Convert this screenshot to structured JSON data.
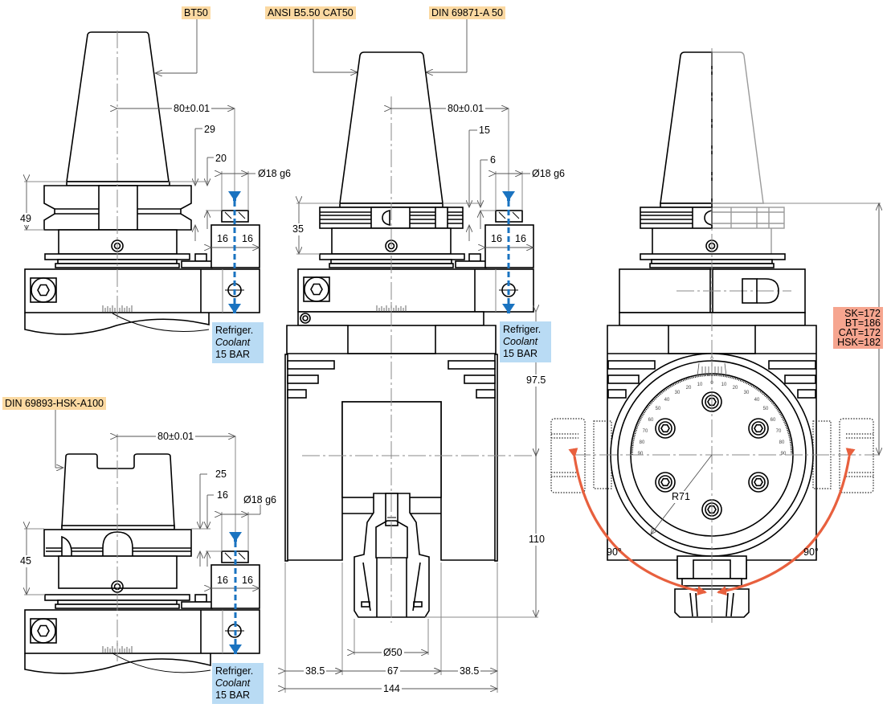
{
  "standards": {
    "bt50": "BT50",
    "ansi": "ANSI B5.50 CAT50",
    "din69871": "DIN 69871-A 50",
    "hsk": "DIN 69893-HSK-A100"
  },
  "views": {
    "bt50": {
      "offset": "80±0.01",
      "dim_upper": "29",
      "dim_lower": "20",
      "shank_dia": "Ø18 g6",
      "flange_height": "49",
      "half_width_left": "16",
      "half_width_right": "16"
    },
    "cat50": {
      "offset": "80±0.01",
      "dim_upper": "15",
      "dim_lower": "6",
      "shank_dia": "Ø18 g6",
      "flange_height": "35",
      "half_width_left": "16",
      "half_width_right": "16"
    },
    "hsk": {
      "offset": "80±0.01",
      "dim_upper": "25",
      "dim_lower": "16",
      "shank_dia": "Ø18 g6",
      "flange_height": "45",
      "half_width_left": "16",
      "half_width_right": "16"
    },
    "front": {
      "height_upper": "97.5",
      "height_lower": "110",
      "collet_dia": "Ø50",
      "width_left": "38.5",
      "width_center": "67",
      "width_right": "38.5",
      "width_total": "144"
    },
    "side": {
      "radius": "R71",
      "angle_left": "90°",
      "angle_right": "90°",
      "heights": [
        "SK=172",
        "BT=186",
        "CAT=172",
        "HSK=182"
      ]
    }
  },
  "coolant": {
    "line1": "Refriger.",
    "line2": "Coolant",
    "line3": "15 BAR"
  },
  "colors": {
    "standard_tag": "#fbd9a2",
    "coolant_box": "#b9dbf4",
    "coolant_arrow": "#1a73c0",
    "height_box": "#f6a58f",
    "rotation_arrow": "#e8603e"
  }
}
